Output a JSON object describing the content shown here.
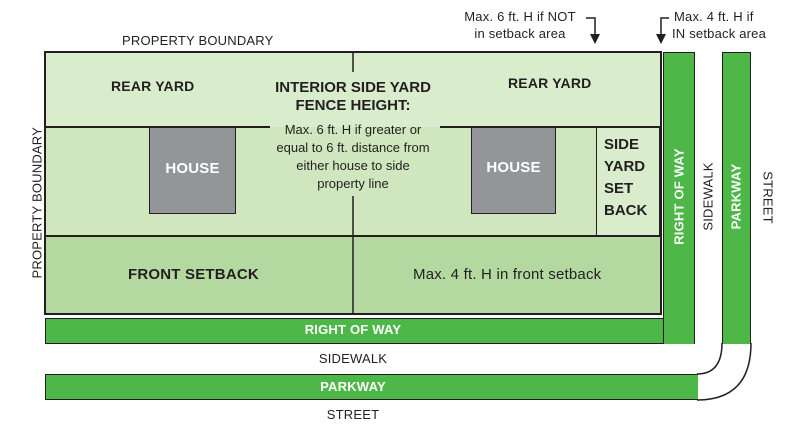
{
  "colors": {
    "rear_yard_fill": "#d9eccc",
    "side_yard_fill": "#cfe6bf",
    "front_setback_fill": "#b3d8a0",
    "right_of_way_green": "#4db848",
    "house_gray": "#939598",
    "outline": "#231f20"
  },
  "labels": {
    "property_boundary_top": "PROPERTY BOUNDARY",
    "property_boundary_left": "PROPERTY BOUNDARY",
    "rear_yard_left": "REAR YARD",
    "rear_yard_right": "REAR YARD",
    "interior_side_yard_title_line1": "INTERIOR SIDE YARD",
    "interior_side_yard_title_line2": "FENCE HEIGHT:",
    "interior_side_yard_desc_line1": "Max. 6 ft. H if greater or",
    "interior_side_yard_desc_line2": "equal to 6 ft. distance from",
    "interior_side_yard_desc_line3": "either house to side",
    "interior_side_yard_desc_line4": "property line",
    "house_left": "HOUSE",
    "house_right": "HOUSE",
    "side_yard_setback_line1": "SIDE",
    "side_yard_setback_line2": "YARD",
    "side_yard_setback_line3": "SET",
    "side_yard_setback_line4": "BACK",
    "front_setback": "FRONT SETBACK",
    "front_setback_max": "Max. 4 ft. H in front setback",
    "right_of_way_horizontal": "RIGHT OF WAY",
    "right_of_way_vertical": "RIGHT OF WAY",
    "sidewalk_horizontal": "SIDEWALK",
    "sidewalk_vertical": "SIDEWALK",
    "parkway_horizontal": "PARKWAY",
    "parkway_vertical": "PARKWAY",
    "street_horizontal": "STREET",
    "street_vertical": "STREET",
    "note_not_in_setback_line1": "Max. 6 ft. H if NOT",
    "note_not_in_setback_line2": "in setback area",
    "note_in_setback_line1": "Max. 4 ft. H if",
    "note_in_setback_line2": "IN setback area"
  }
}
